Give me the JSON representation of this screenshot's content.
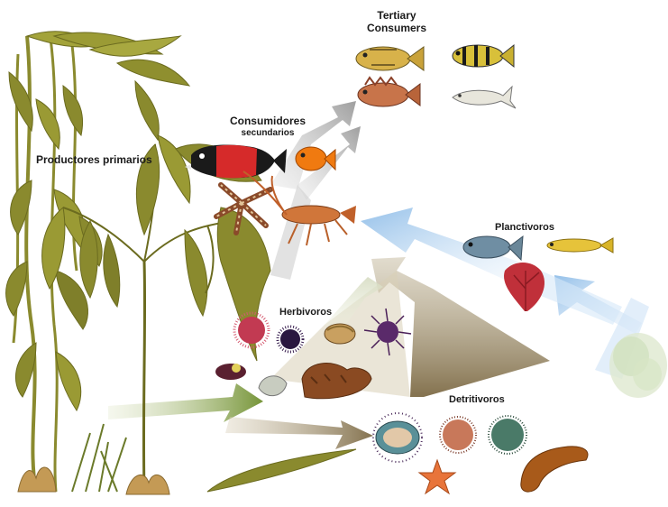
{
  "labels": {
    "tertiary_line1": "Tertiary",
    "tertiary_line2": "Consumers",
    "secondary_line1": "Consumidores",
    "secondary_line2": "secundarios",
    "primary_producers": "Productores primarios",
    "planktivores": "Planctivoros",
    "herbivores": "Herbivoros",
    "detritivores": "Detritivoros"
  },
  "colors": {
    "kelp": "#8a8a2e",
    "kelp_dark": "#6b6b1f",
    "arrow_green": "#7e9a3a",
    "arrow_brown": "#8d7a52",
    "arrow_gray": "#b9b9b9",
    "arrow_blue": "#a9cdee",
    "urchin_purple": "#5a2a6a",
    "coral_red": "#c0303a"
  }
}
